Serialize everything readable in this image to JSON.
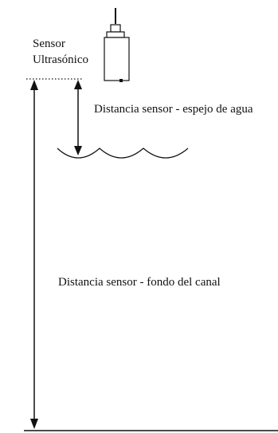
{
  "sensor": {
    "label_line1": "Sensor",
    "label_line2": "Ultrasónico"
  },
  "labels": {
    "distance_to_water": "Distancia sensor - espejo de agua",
    "distance_to_bottom": "Distancia sensor - fondo del canal"
  },
  "colors": {
    "ink": "#111111",
    "background": "#ffffff"
  }
}
